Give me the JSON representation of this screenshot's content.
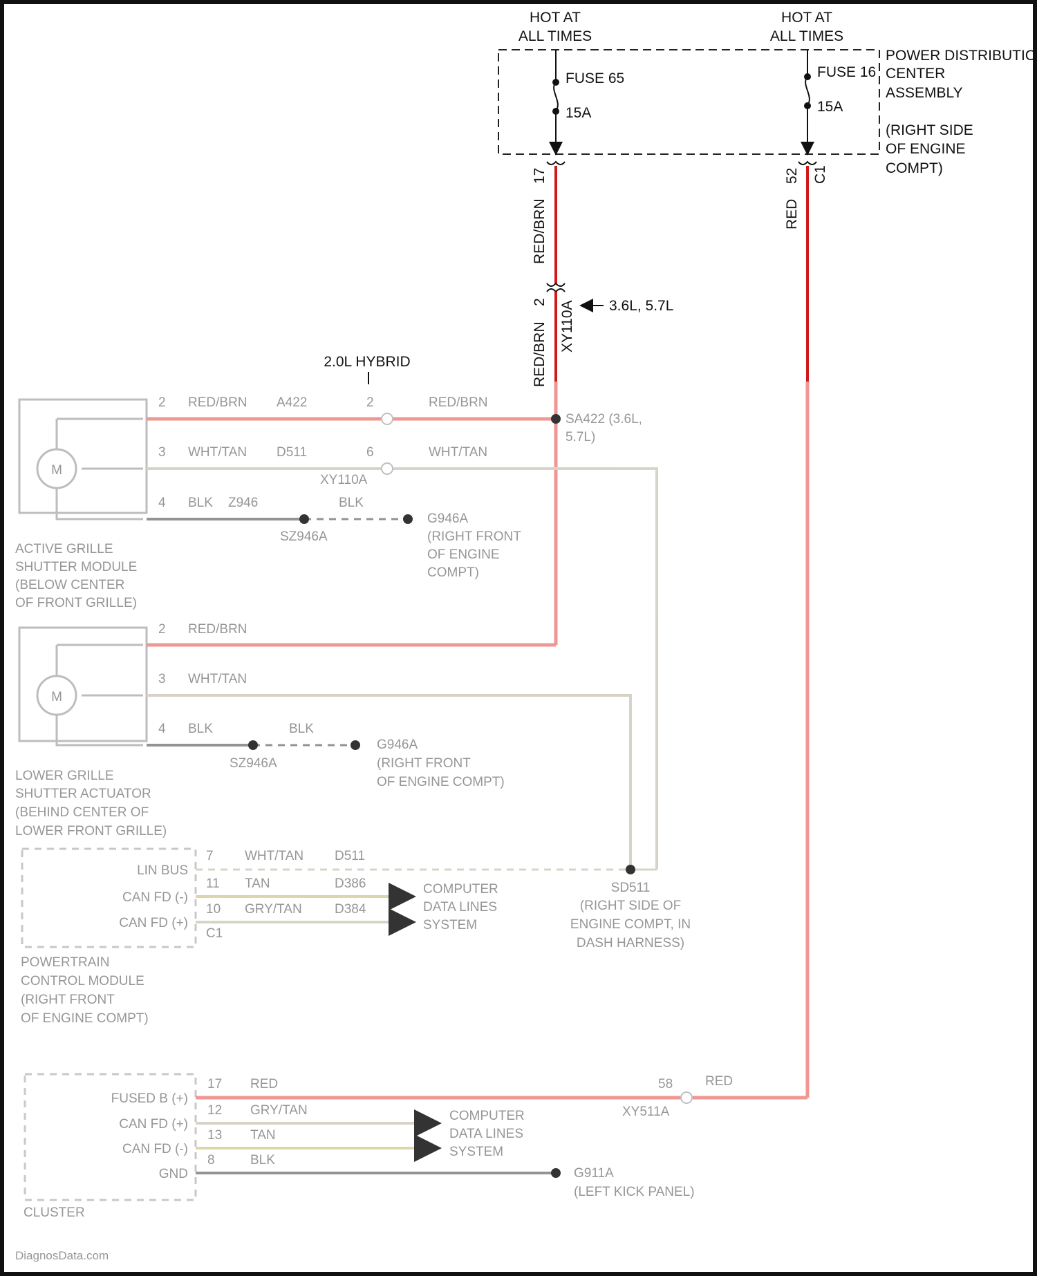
{
  "top": {
    "left_source": {
      "line1": "HOT AT",
      "line2": "ALL TIMES"
    },
    "right_source": {
      "line1": "HOT AT",
      "line2": "ALL TIMES"
    },
    "fuse_a": {
      "name": "FUSE 65",
      "rating": "15A",
      "pin": "17",
      "wire": "RED/BRN"
    },
    "fuse_b": {
      "name": "FUSE 16",
      "rating": "15A",
      "pin": "52",
      "connector": "C1",
      "wire": "RED"
    },
    "pdc": {
      "l1": "POWER DISTRIBUTION",
      "l2": "CENTER",
      "l3": "ASSEMBLY",
      "l4": "(RIGHT SIDE",
      "l5": "OF ENGINE",
      "l6": "COMPT)"
    },
    "xy_connector": {
      "pin": "2",
      "name": "XY110A",
      "note": "3.6L, 5.7L",
      "wire": "RED/BRN"
    },
    "hybrid_note": "2.0L HYBRID"
  },
  "active_grille": {
    "motor": "M",
    "pin2": "2",
    "wire2": "RED/BRN",
    "circuit2": "A422",
    "xpin2": "2",
    "wire2b": "RED/BRN",
    "splice": "SA422 (3.6L,",
    "splice2": "5.7L)",
    "pin3": "3",
    "wire3": "WHT/TAN",
    "circuit3": "D511",
    "xpin3": "6",
    "wire3b": "WHT/TAN",
    "xconn": "XY110A",
    "pin4": "4",
    "wire4": "BLK",
    "circuit4": "Z946",
    "wire4b": "BLK",
    "gsplice": "SZ946A",
    "ground": "G946A",
    "g1": "(RIGHT FRONT",
    "g2": "OF ENGINE",
    "g3": "COMPT)",
    "name1": "ACTIVE GRILLE",
    "name2": "SHUTTER MODULE",
    "name3": "(BELOW CENTER",
    "name4": "OF FRONT GRILLE)"
  },
  "lower_grille": {
    "motor": "M",
    "pin2": "2",
    "wire2": "RED/BRN",
    "pin3": "3",
    "wire3": "WHT/TAN",
    "pin4": "4",
    "wire4": "BLK",
    "wire4b": "BLK",
    "gsplice": "SZ946A",
    "ground": "G946A",
    "g1": "(RIGHT FRONT",
    "g2": "OF ENGINE COMPT)",
    "name1": "LOWER GRILLE",
    "name2": "SHUTTER ACTUATOR",
    "name3": "(BEHIND CENTER OF",
    "name4": "LOWER FRONT GRILLE)"
  },
  "pcm": {
    "rows": [
      {
        "label": "LIN BUS",
        "pin": "7",
        "wire": "WHT/TAN",
        "circuit": "D511"
      },
      {
        "label": "CAN FD (-)",
        "pin": "11",
        "wire": "TAN",
        "circuit": "D386"
      },
      {
        "label": "CAN FD (+)",
        "pin": "10",
        "wire": "GRY/TAN",
        "circuit": "D384"
      }
    ],
    "connector": "C1",
    "dest1": "COMPUTER",
    "dest2": "DATA LINES",
    "dest3": "SYSTEM",
    "splice": "SD511",
    "s1": "(RIGHT SIDE OF",
    "s2": "ENGINE COMPT, IN",
    "s3": "DASH HARNESS)",
    "name1": "POWERTRAIN",
    "name2": "CONTROL MODULE",
    "name3": "(RIGHT FRONT",
    "name4": "OF ENGINE COMPT)"
  },
  "cluster": {
    "rows": [
      {
        "label": "FUSED B (+)",
        "pin": "17",
        "wire": "RED"
      },
      {
        "label": "CAN FD (+)",
        "pin": "12",
        "wire": "GRY/TAN"
      },
      {
        "label": "CAN FD (-)",
        "pin": "13",
        "wire": "TAN"
      },
      {
        "label": "GND",
        "pin": "8",
        "wire": "BLK"
      }
    ],
    "xpin": "58",
    "xwire": "RED",
    "xconn": "XY511A",
    "dest1": "COMPUTER",
    "dest2": "DATA LINES",
    "dest3": "SYSTEM",
    "ground": "G911A",
    "g1": "(LEFT KICK PANEL)",
    "name": "CLUSTER"
  },
  "footer": "DiagnosData.com",
  "colors": {
    "red_wire": "#d01a1a",
    "red_faded": "#ef8f8a",
    "wht_tan": "#d4d1c3",
    "tan": "#d9d3a6",
    "blk": "#8a8a8a",
    "frame": "#111111"
  }
}
